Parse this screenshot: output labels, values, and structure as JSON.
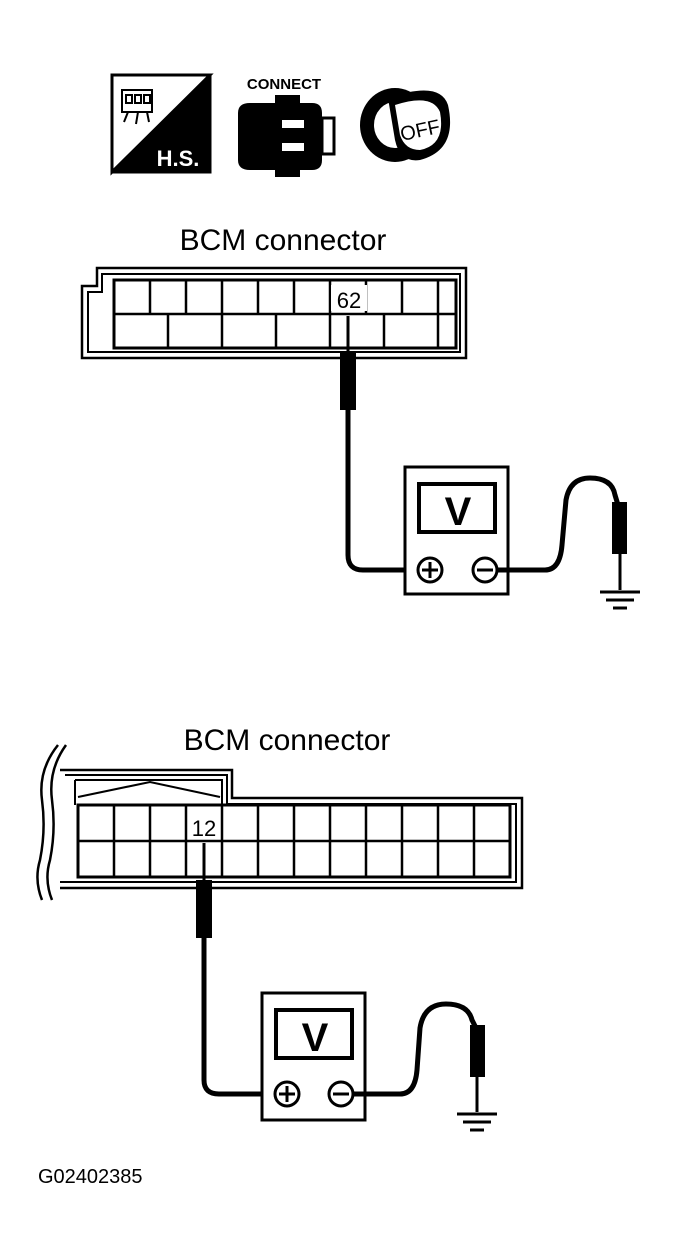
{
  "icons": {
    "hs": {
      "label": "H.S."
    },
    "connect": {
      "label": "CONNECT"
    },
    "ignition": {
      "label": "OFF"
    }
  },
  "diagram1": {
    "title": "BCM connector",
    "pin_label": "62",
    "meter_label": "V"
  },
  "diagram2": {
    "title": "BCM connector",
    "pin_label": "12",
    "meter_label": "V"
  },
  "figure_id": "G02402385"
}
